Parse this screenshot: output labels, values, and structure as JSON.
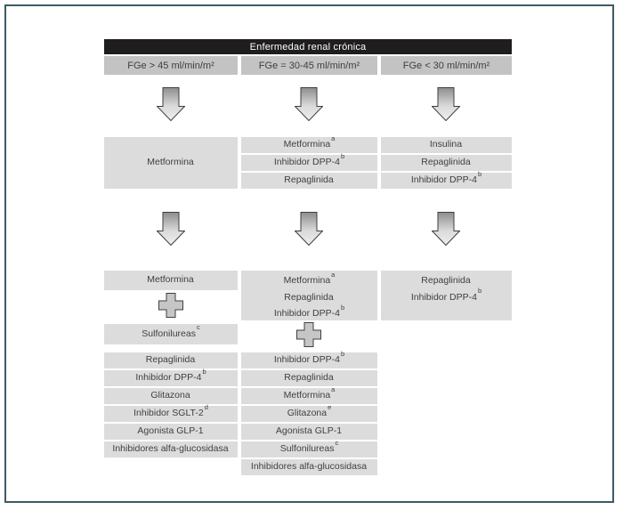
{
  "palette": {
    "figure_border": "#3e5a64",
    "header_bg": "#201d1e",
    "header_fg": "#ffffff",
    "fge_row_bg": "#c3c3c3",
    "box_bg": "#dcdcdc",
    "text": "#3f3f3f"
  },
  "header": {
    "title": "Enfermedad renal crónica"
  },
  "fge_row": {
    "col1": "FGe > 45 ml/min/m²",
    "col2": "FGe = 30-45 ml/min/m²",
    "col3": "FGe < 30 ml/min/m²"
  },
  "stage1": {
    "col1_single": {
      "t": "Metformina"
    },
    "col2_rows": [
      {
        "t": "Metformina",
        "s": "a"
      },
      {
        "t": "Inhibidor DPP-4",
        "s": "b"
      },
      {
        "t": "Repaglinida"
      }
    ],
    "col3_rows": [
      {
        "t": "Insulina"
      },
      {
        "t": "Repaglinida"
      },
      {
        "t": "Inhibidor DPP-4",
        "s": "b"
      }
    ]
  },
  "stage2": {
    "col1_base": {
      "t": "Metformina"
    },
    "col1_add": {
      "t": "Sulfonilureas",
      "s": "c"
    },
    "col1_options": [
      {
        "t": "Repaglinida"
      },
      {
        "t": "Inhibidor DPP-4",
        "s": "b"
      },
      {
        "t": "Glitazona"
      },
      {
        "t": "Inhibidor SGLT-2",
        "s": "d"
      },
      {
        "t": "Agonista GLP-1"
      },
      {
        "t": "Inhibidores alfa-glucosidasa"
      }
    ],
    "col2_base": [
      {
        "t": "Metformina",
        "s": "a"
      },
      {
        "t": "Repaglinida"
      },
      {
        "t": "Inhibidor DPP-4",
        "s": "b"
      }
    ],
    "col2_options": [
      {
        "t": "Inhibidor DPP-4",
        "s": "b"
      },
      {
        "t": "Repaglinida"
      },
      {
        "t": "Metformina",
        "s": "a"
      },
      {
        "t": "Glitazona",
        "s": "e"
      },
      {
        "t": "Agonista GLP-1"
      },
      {
        "t": "Sulfonilureas",
        "s": "c"
      },
      {
        "t": "Inhibidores alfa-glucosidasa"
      }
    ],
    "col3_base": [
      {
        "t": "Repaglinida"
      },
      {
        "t": "Inhibidor DPP-4",
        "s": "b"
      }
    ]
  }
}
